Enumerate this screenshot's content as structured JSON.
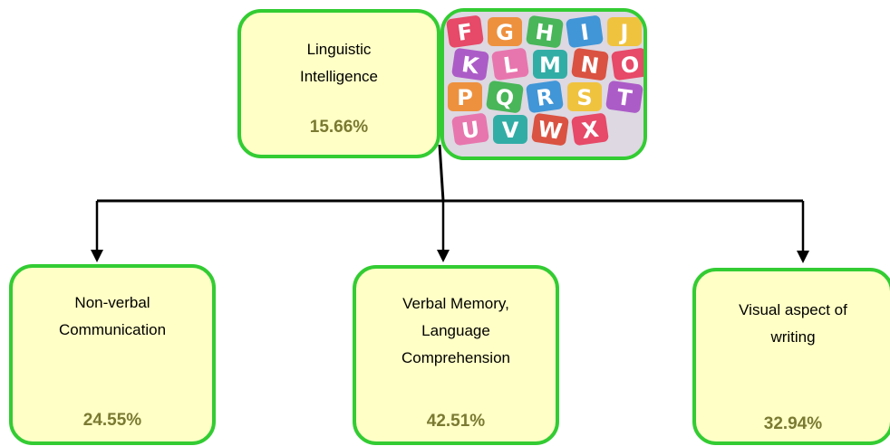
{
  "root": {
    "label_lines": [
      "Linguistic",
      "Intelligence"
    ],
    "percent": "15.66%"
  },
  "children": [
    {
      "label_lines": [
        "Non-verbal",
        "Communication"
      ],
      "percent": "24.55%"
    },
    {
      "label_lines": [
        "Verbal Memory,",
        "Language",
        "Comprehension"
      ],
      "percent": "42.51%"
    },
    {
      "label_lines": [
        "Visual aspect of",
        "writing"
      ],
      "percent": "32.94%"
    }
  ],
  "photo": {
    "description_icon": "wooden-alphabet-letters-image",
    "letters": [
      "F",
      "G",
      "H",
      "I",
      "J",
      "K",
      "L",
      "M",
      "N",
      "O",
      "P",
      "Q",
      "R",
      "S",
      "T",
      "U",
      "V",
      "W",
      "X"
    ]
  },
  "colors": {
    "box_fill": "#ffffc6",
    "box_border": "#33cc33",
    "percent_text": "#7a7a32",
    "connector": "#000000"
  }
}
